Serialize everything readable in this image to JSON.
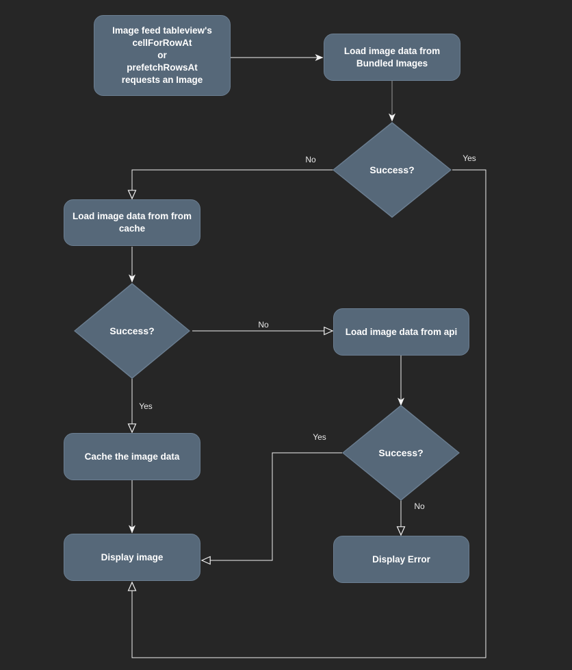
{
  "colors": {
    "bg": "#262626",
    "node_fill": "#566879",
    "node_border": "#6b7e91",
    "text": "#ffffff",
    "line": "#f2f2f2",
    "line_gray": "#9a9a9a",
    "label": "#e8e8e8"
  },
  "nodes": {
    "start": {
      "label": "Image feed tableview's\ncellForRowAt\nor\nprefetchRowsAt\nrequests an Image"
    },
    "load_bundled": {
      "label": "Load image data from\nBundled Images"
    },
    "decision_bundled": {
      "label": "Success?"
    },
    "load_cache": {
      "label": "Load image data from from\ncache"
    },
    "decision_cache": {
      "label": "Success?"
    },
    "load_api": {
      "label": "Load image data from api"
    },
    "decision_api": {
      "label": "Success?"
    },
    "cache_image": {
      "label": "Cache the image data"
    },
    "display_image": {
      "label": "Display image"
    },
    "display_error": {
      "label": "Display Error"
    }
  },
  "edge_labels": {
    "bundled_no": "No",
    "bundled_yes": "Yes",
    "cache_no": "No",
    "cache_yes": "Yes",
    "api_yes": "Yes",
    "api_no": "No"
  }
}
